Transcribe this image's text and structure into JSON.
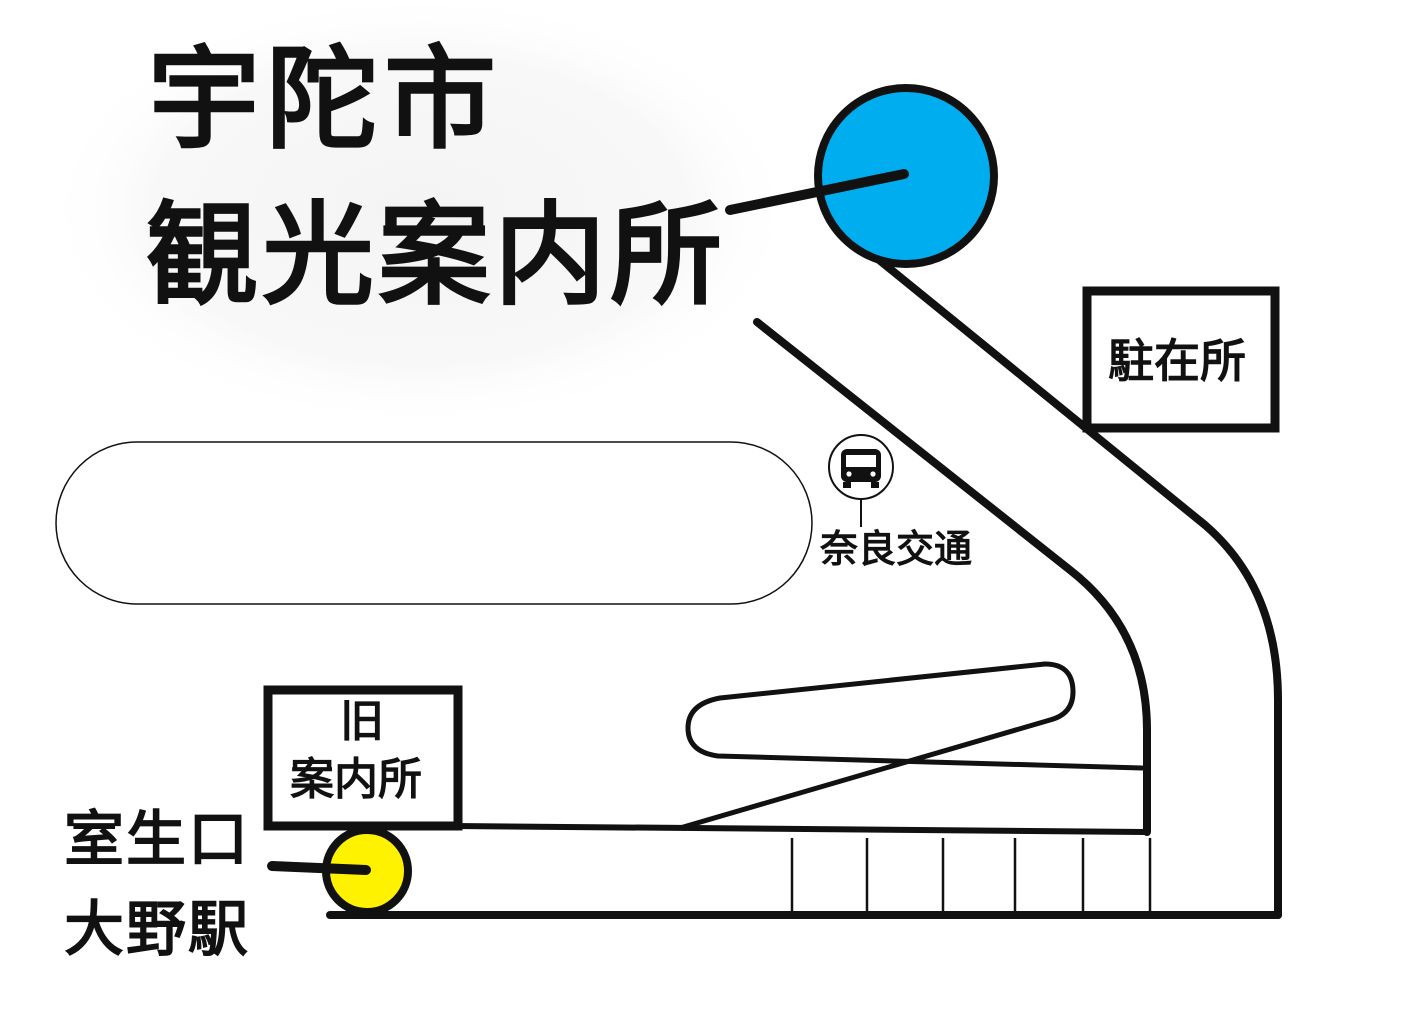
{
  "title": {
    "line1": "宇陀市",
    "line2": "観光案内所"
  },
  "landmarks": {
    "police_box": "駐在所",
    "bus_stop": "奈良交通",
    "old_office_line1": "旧",
    "old_office_line2": "案内所",
    "station_line1": "室生口",
    "station_line2": "大野駅"
  },
  "icons": {
    "bus_stop": "bus-icon",
    "tourist_office_marker": "circle-marker",
    "station_marker": "circle-marker"
  },
  "colors": {
    "tourist_office_marker": "#00AEEF",
    "station_marker": "#FFF200",
    "line": "#111111",
    "background": "#FFFFFF"
  }
}
